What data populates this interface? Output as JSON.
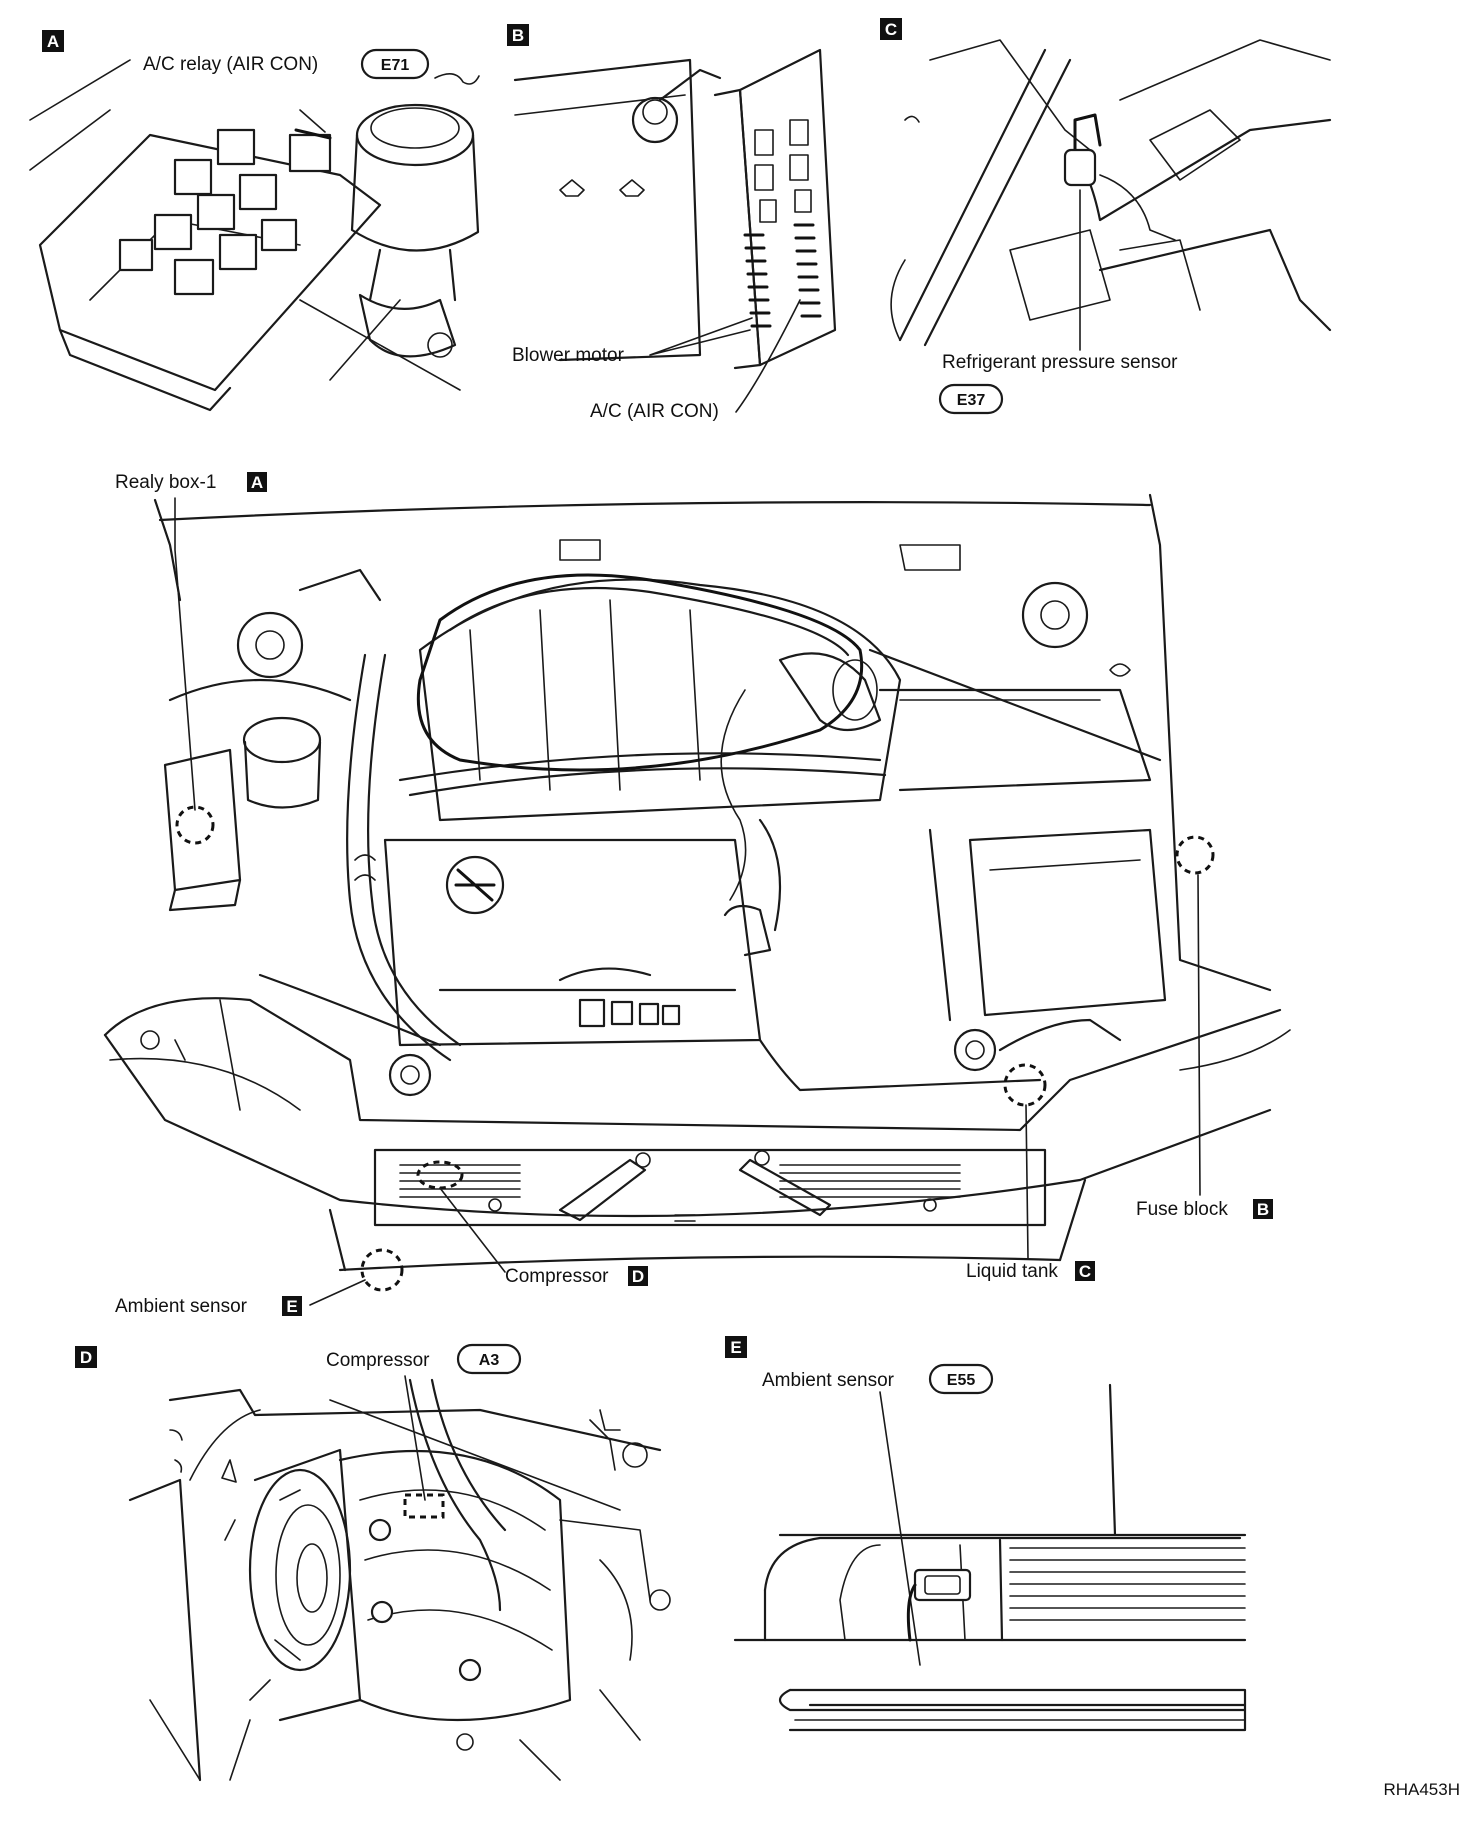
{
  "panels": {
    "A": {
      "letter": "A",
      "label": "A/C relay (AIR CON)",
      "connector": "E71"
    },
    "B": {
      "letter": "B",
      "label_blower": "Blower motor",
      "label_ac": "A/C (AIR CON)"
    },
    "C": {
      "letter": "C",
      "label": "Refrigerant pressure sensor",
      "connector": "E37"
    },
    "D": {
      "letter": "D",
      "label": "Compressor",
      "connector": "A3"
    },
    "E": {
      "letter": "E",
      "label": "Ambient sensor",
      "connector": "E55"
    }
  },
  "main": {
    "relay_box": {
      "label": "Realy box-1",
      "ref": "A"
    },
    "fuse_block": {
      "label": "Fuse block",
      "ref": "B"
    },
    "liquid_tank": {
      "label": "Liquid tank",
      "ref": "C"
    },
    "compressor": {
      "label": "Compressor",
      "ref": "D"
    },
    "ambient_sensor": {
      "label": "Ambient sensor",
      "ref": "E"
    }
  },
  "figure_code": "RHA453H"
}
